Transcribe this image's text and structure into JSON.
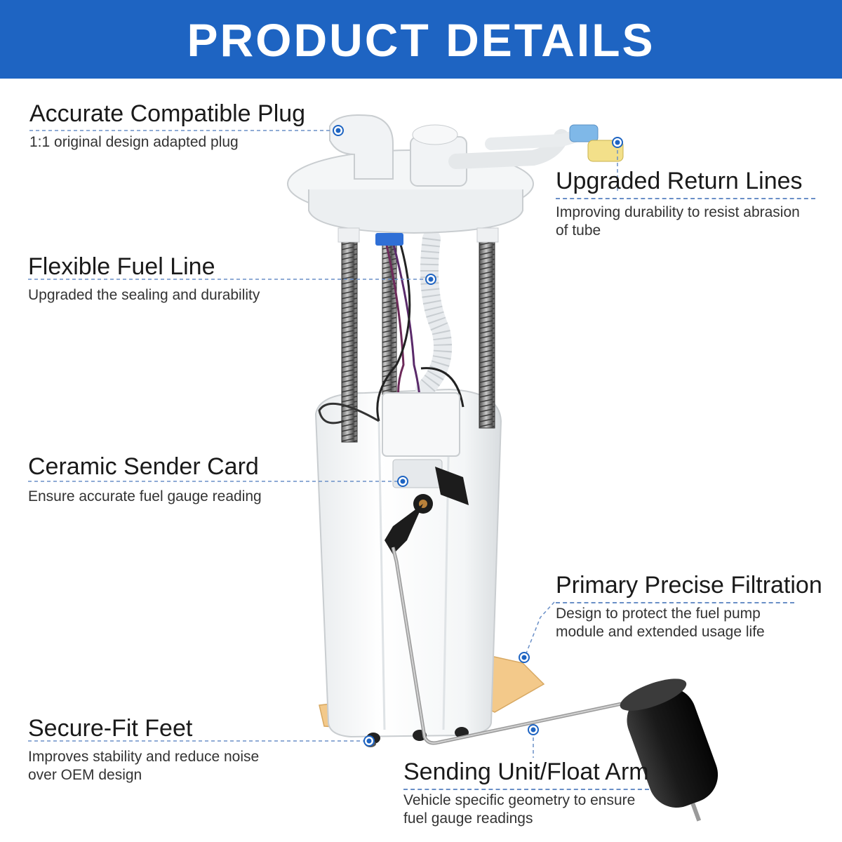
{
  "banner": {
    "title": "PRODUCT DETAILS"
  },
  "callouts": {
    "plug": {
      "title": "Accurate Compatible Plug",
      "desc": "1:1 original design adapted plug"
    },
    "return": {
      "title": "Upgraded Return Lines",
      "desc": "Improving durability to resist abrasion of tube"
    },
    "fuel_line": {
      "title": "Flexible Fuel Line",
      "desc": "Upgraded the sealing and durability"
    },
    "sender": {
      "title": "Ceramic Sender Card",
      "desc": "Ensure accurate fuel gauge reading"
    },
    "filter": {
      "title": "Primary Precise Filtration",
      "desc": "Design to protect the fuel pump module and extended usage life"
    },
    "feet": {
      "title": "Secure-Fit Feet",
      "desc": "Improves stability and reduce noise over OEM design"
    },
    "arm": {
      "title": "Sending Unit/Float Arm",
      "desc": "Vehicle specific geometry to ensure fuel gauge readings"
    }
  },
  "colors": {
    "banner": "#1e64c2",
    "leader": "#6a8fc7",
    "dot": "#1e64c2",
    "filter_sock": "#f3c98a",
    "float": "#222222"
  }
}
